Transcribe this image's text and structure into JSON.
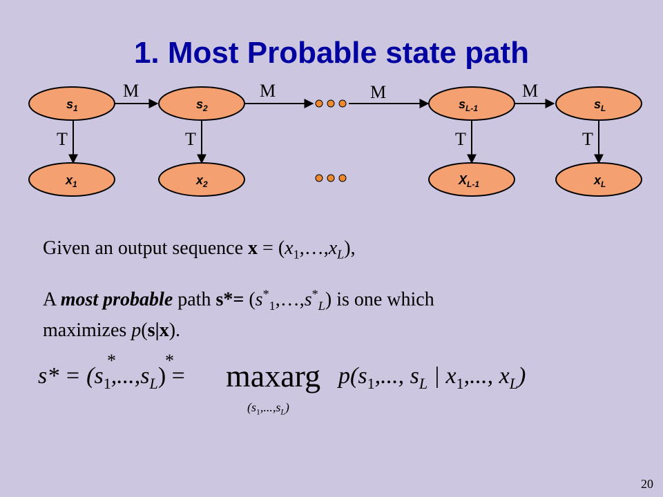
{
  "slide": {
    "title": "1. Most Probable state path",
    "page_number": "20"
  },
  "diagram": {
    "states": [
      "s",
      "s",
      "s",
      "s"
    ],
    "state_subs": [
      "1",
      "2",
      "L-1",
      "L"
    ],
    "outputs": [
      "x",
      "x",
      "X",
      "x"
    ],
    "output_subs": [
      "1",
      "2",
      "L-1",
      "L"
    ],
    "transition_label": "M",
    "emission_label": "T",
    "colors": {
      "node_fill": "#f4a070",
      "node_stroke": "#000000",
      "dots": "#f08a30",
      "background": "#cdc6e0",
      "title": "#0000a0"
    }
  },
  "text": {
    "line1_prefix": "Given an output sequence ",
    "line1_bold": "x",
    "line1_mid": " = (",
    "line1_x1": "x",
    "line1_sub1": "1",
    "line1_dots": ",…,",
    "line1_xl": "x",
    "line1_subl": "L",
    "line1_end": "),",
    "line2_a": "A ",
    "line2_bold": "most probable",
    "line2_b": " path ",
    "line2_sstar": "s*=",
    "line2_c": " (",
    "line2_s1": "s",
    "line2_star": "*",
    "line2_sub1": "1",
    "line2_dots": ",…,",
    "line2_sL": "s",
    "line2_subL": "L",
    "line2_d": ") is one which",
    "line3_a": "maximizes ",
    "line3_p": "p",
    "line3_b": "(",
    "line3_s": "s",
    "line3_bar": "|",
    "line3_x": "x",
    "line3_c": ")."
  },
  "formula": {
    "lhs": "s* = (s",
    "lhs_sub1": "1",
    "lhs_mid": ",...,s",
    "lhs_subL": "L",
    "lhs_end": ") =",
    "star": "*",
    "operator": "maxarg",
    "rhs": "p(s",
    "rhs_sub1": "1",
    "rhs_mid": ",..., s",
    "rhs_subL": "L",
    "rhs_bar": " | x",
    "rhs_subx1": "1",
    "rhs_mid2": ",..., x",
    "rhs_subxL": "L",
    "rhs_end": ")",
    "under": "(s",
    "under_sub1": "1",
    "under_mid": ",...,s",
    "under_subL": "L",
    "under_end": ")"
  }
}
